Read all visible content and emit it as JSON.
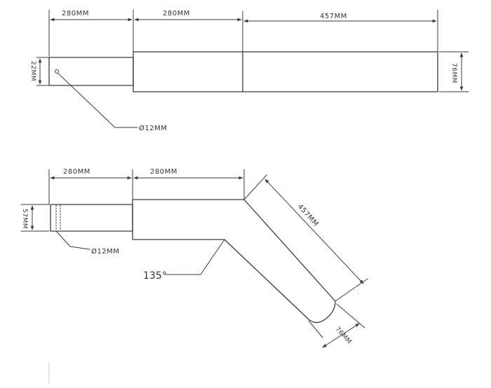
{
  "top_view": {
    "dim_tube_a": "280MM",
    "dim_tube_b": "280MM",
    "dim_tube_c": "457MM",
    "dim_height_small": "22MM",
    "dim_height_large": "76MM",
    "hole_label": "Ø12MM"
  },
  "bent_view": {
    "dim_tube_a": "280MM",
    "dim_tube_b": "280MM",
    "dim_height_small": "57MM",
    "hole_label": "Ø12MM",
    "angle_label": "135°",
    "dim_angled_length": "457MM",
    "dim_angled_width": "76MM"
  },
  "colors": {
    "ink": "#3a3a3a",
    "paper": "#ffffff"
  }
}
